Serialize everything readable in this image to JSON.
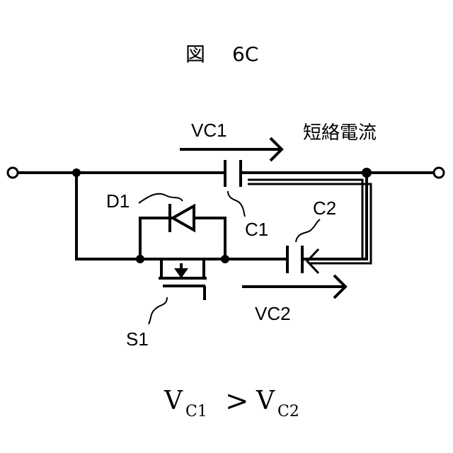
{
  "figure": {
    "title_mark": "図",
    "title_number": "6C"
  },
  "labels": {
    "vc1": "VC1",
    "vc2": "VC2",
    "short_circuit_current": "短絡電流",
    "d1": "D1",
    "c1": "C1",
    "c2": "C2",
    "s1": "S1"
  },
  "equation": {
    "lhs_var": "V",
    "lhs_sub": "C1",
    "operator": ">",
    "rhs_var": "V",
    "rhs_sub": "C2"
  },
  "colors": {
    "line": "#000000",
    "background": "#ffffff"
  }
}
